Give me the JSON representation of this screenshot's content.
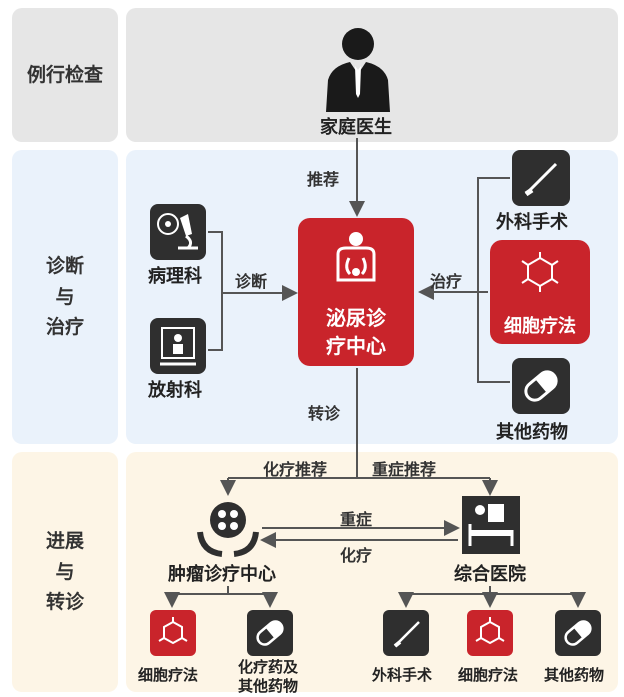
{
  "rows": {
    "routine": "例行检查",
    "diagnosis": "诊断\n与\n治疗",
    "progress": "进展\n与\n转诊"
  },
  "nodes": {
    "family_doctor": "家庭医生",
    "pathology": "病理科",
    "radiology": "放射科",
    "urology_line1": "泌尿诊",
    "urology_line2": "疗中心",
    "surgery": "外科手术",
    "cell_therapy": "细胞疗法",
    "other_drugs": "其他药物",
    "tumor_center": "肿瘤诊疗中心",
    "general_hospital": "综合医院",
    "leaf_cell_therapy_1": "细胞疗法",
    "leaf_chemo_drugs_line1": "化疗药及",
    "leaf_chemo_drugs_line2": "其他药物",
    "leaf_surgery": "外科手术",
    "leaf_cell_therapy_2": "细胞疗法",
    "leaf_other_drugs": "其他药物"
  },
  "edges": {
    "recommend": "推荐",
    "diagnose": "诊断",
    "treat": "治疗",
    "transfer": "转诊",
    "chemo_recommend": "化疗推荐",
    "severe_recommend": "重症推荐",
    "severe": "重症",
    "chemo": "化疗"
  },
  "colors": {
    "routine_bg": "#e6e6e6",
    "diagnosis_bg": "#eaf2fb",
    "progress_bg": "#fdf5e6",
    "accent_red": "#c9242b",
    "dark_icon": "#2f2f2f"
  }
}
